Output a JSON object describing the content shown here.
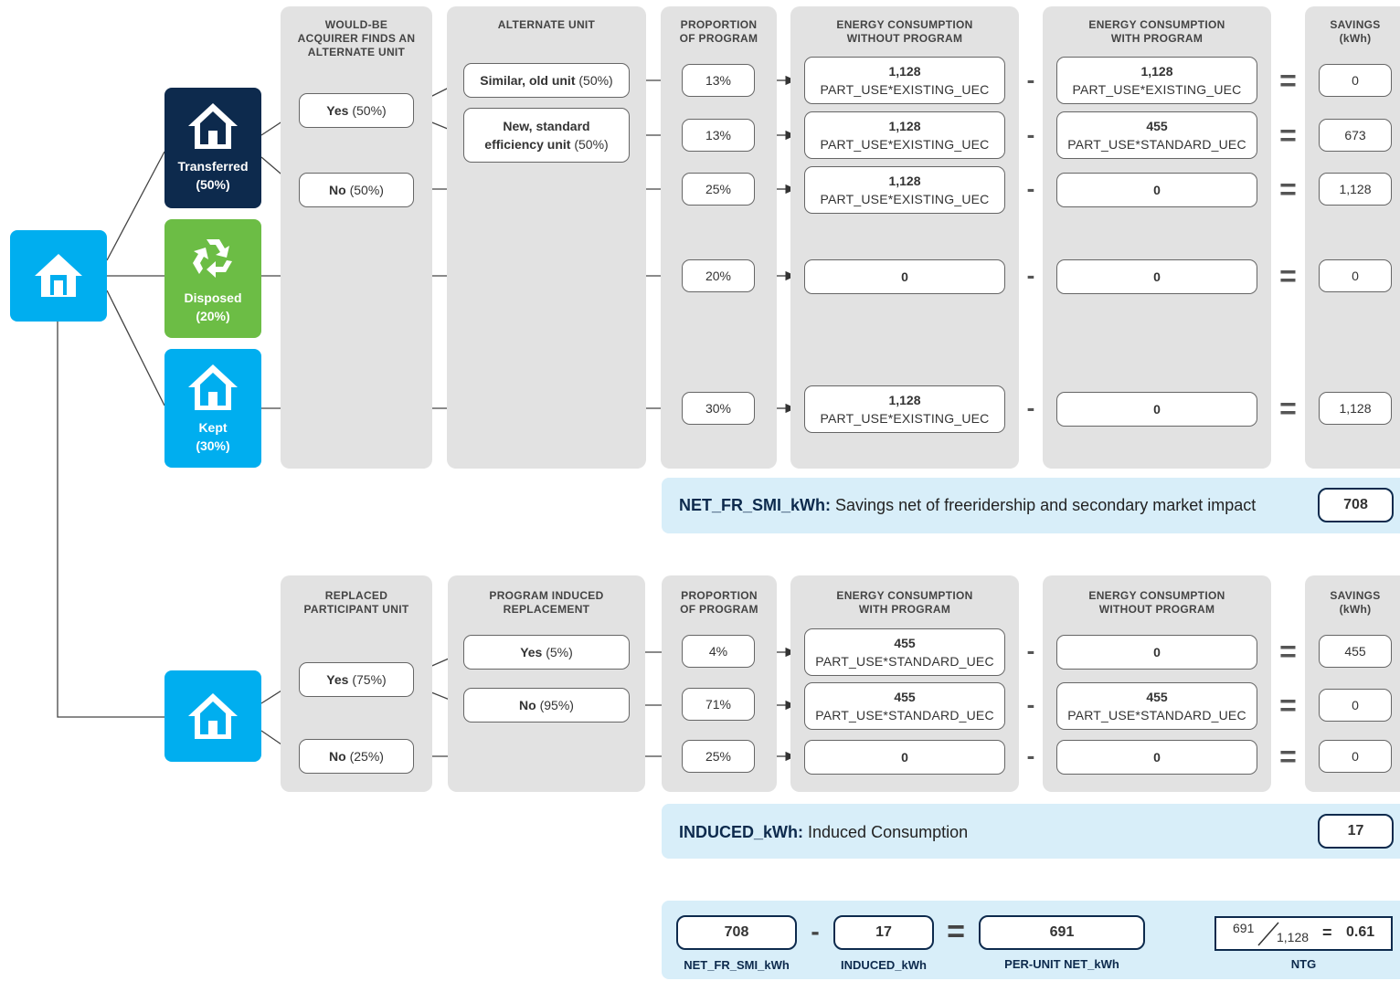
{
  "top": {
    "headers": {
      "would_be": "WOULD-BE\nACQUIRER FINDS AN\nALTERNATE UNIT",
      "alternate": "ALTERNATE UNIT",
      "proportion": "PROPORTION\nOF PROGRAM",
      "without": "ENERGY CONSUMPTION\nWITHOUT PROGRAM",
      "with": "ENERGY CONSUMPTION\nWITH PROGRAM",
      "savings": "SAVINGS\n(kWh)"
    },
    "houses": {
      "transferred": {
        "label": "Transferred",
        "pct": "(50%)"
      },
      "disposed": {
        "label": "Disposed",
        "pct": "(20%)"
      },
      "kept": {
        "label": "Kept",
        "pct": "(30%)"
      }
    },
    "branches": {
      "yes": {
        "label": "Yes",
        "pct": "(50%)"
      },
      "no": {
        "label": "No",
        "pct": "(50%)"
      }
    },
    "alternates": {
      "similar": {
        "label": "Similar, old unit",
        "pct": "(50%)"
      },
      "new_line1": "New, standard",
      "new_line2": "efficiency unit",
      "new_pct": "(50%)"
    },
    "rows": [
      {
        "prop": "13%",
        "a_val": "1,128",
        "a_sub": "PART_USE*EXISTING_UEC",
        "minus": "-",
        "b_val": "1,128",
        "b_sub": "PART_USE*EXISTING_UEC",
        "eq": "=",
        "sav": "0"
      },
      {
        "prop": "13%",
        "a_val": "1,128",
        "a_sub": "PART_USE*EXISTING_UEC",
        "minus": "-",
        "b_val": "455",
        "b_sub": "PART_USE*STANDARD_UEC",
        "eq": "=",
        "sav": "673"
      },
      {
        "prop": "25%",
        "a_val": "1,128",
        "a_sub": "PART_USE*EXISTING_UEC",
        "minus": "-",
        "b_val": "0",
        "b_sub": "",
        "eq": "=",
        "sav": "1,128"
      },
      {
        "prop": "20%",
        "a_val": "0",
        "a_sub": "",
        "minus": "-",
        "b_val": "0",
        "b_sub": "",
        "eq": "=",
        "sav": "0"
      },
      {
        "prop": "30%",
        "a_val": "1,128",
        "a_sub": "PART_USE*EXISTING_UEC",
        "minus": "-",
        "b_val": "0",
        "b_sub": "",
        "eq": "=",
        "sav": "1,128"
      }
    ],
    "banner": {
      "key": "NET_FR_SMI_kWh:",
      "desc": " Savings net of freeridership and secondary market impact",
      "value": "708"
    }
  },
  "bottom": {
    "headers": {
      "replaced": "REPLACED\nPARTICIPANT UNIT",
      "induced": "PROGRAM INDUCED\nREPLACEMENT",
      "proportion": "PROPORTION\nOF PROGRAM",
      "with": "ENERGY CONSUMPTION\nWITH PROGRAM",
      "without": "ENERGY CONSUMPTION\nWITHOUT PROGRAM",
      "savings": "SAVINGS\n(kWh)"
    },
    "branches": {
      "yes": {
        "label": "Yes",
        "pct": "(75%)"
      },
      "no": {
        "label": "No",
        "pct": "(25%)"
      }
    },
    "induced": {
      "yes": {
        "label": "Yes",
        "pct": "(5%)"
      },
      "no": {
        "label": "No",
        "pct": "(95%)"
      }
    },
    "rows": [
      {
        "prop": "4%",
        "a_val": "455",
        "a_sub": "PART_USE*STANDARD_UEC",
        "minus": "-",
        "b_val": "0",
        "b_sub": "",
        "eq": "=",
        "sav": "455"
      },
      {
        "prop": "71%",
        "a_val": "455",
        "a_sub": "PART_USE*STANDARD_UEC",
        "minus": "-",
        "b_val": "455",
        "b_sub": "PART_USE*STANDARD_UEC",
        "eq": "=",
        "sav": "0"
      },
      {
        "prop": "25%",
        "a_val": "0",
        "a_sub": "",
        "minus": "-",
        "b_val": "0",
        "b_sub": "",
        "eq": "=",
        "sav": "0"
      }
    ],
    "banner": {
      "key": "INDUCED_kWh:",
      "desc": " Induced Consumption",
      "value": "17"
    }
  },
  "formula": {
    "a": "708",
    "a_cap": "NET_FR_SMI_kWh",
    "minus": "-",
    "b": "17",
    "b_cap": "INDUCED_kWh",
    "eq": "=",
    "c": "691",
    "c_cap": "PER-UNIT NET_kWh",
    "ntg_num": "691",
    "ntg_den": "1,128",
    "ntg_eq": "=",
    "ntg_val": "0.61",
    "ntg_cap": "NTG"
  },
  "colors": {
    "navy": "#0d2a4d",
    "cyan": "#00aeef",
    "green": "#6cbd45",
    "panel": "#e2e2e2",
    "banner": "#d8eef9"
  }
}
